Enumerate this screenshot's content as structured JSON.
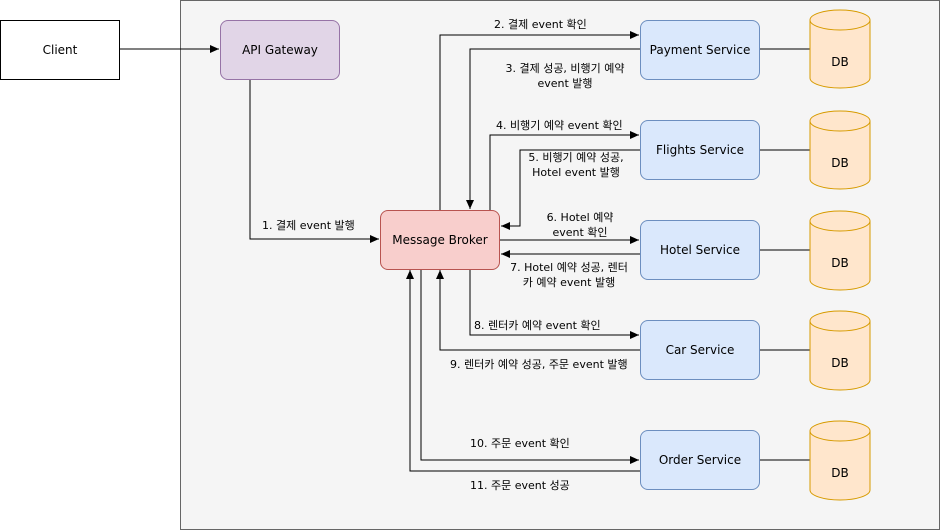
{
  "nodes": {
    "client": "Client",
    "gateway": "API Gateway",
    "broker": "Message Broker",
    "payment": "Payment Service",
    "flights": "Flights Service",
    "hotel": "Hotel Service",
    "car": "Car Service",
    "order": "Order Service"
  },
  "db_label": "DB",
  "edges": {
    "e1": "1. 결제 event 발행",
    "e2": "2. 결제 event 확인",
    "e3a": "3. 결제 성공, 비행기 예약",
    "e3b": "event 발행",
    "e4": "4. 비행기 예약 event 확인",
    "e5a": "5. 비행기 예약 성공,",
    "e5b": "Hotel event 발행",
    "e6a": "6. Hotel 예약",
    "e6b": "event 확인",
    "e7a": "7. Hotel 예약 성공, 렌터",
    "e7b": "카 예약 event 발행",
    "e8": "8. 렌터카 예약 event 확인",
    "e9": "9. 렌터카 예약 성공, 주문 event 발행",
    "e10": "10. 주문 event 확인",
    "e11": "11. 주문 event 성공"
  }
}
